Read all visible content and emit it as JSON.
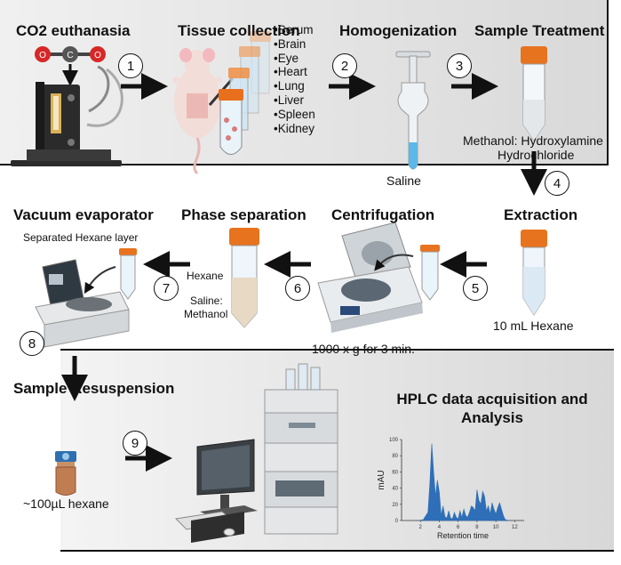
{
  "steps": {
    "co2": {
      "title": "CO2 euthanasia"
    },
    "tissue": {
      "title": "Tissue collection",
      "items": [
        "•Serum",
        "•Brain",
        "•Eye",
        "•Heart",
        "•Lung",
        "•Liver",
        "•Spleen",
        "•Kidney"
      ]
    },
    "homogenization": {
      "title": "Homogenization",
      "caption": "Saline"
    },
    "treatment": {
      "title": "Sample Treatment",
      "caption_line1": "Methanol: Hydroxylamine",
      "caption_line2": "Hydrochloride"
    },
    "extraction": {
      "title": "Extraction",
      "caption": "10 mL Hexane"
    },
    "centrifugation": {
      "title": "Centrifugation",
      "caption": "1000 x g for 3 min."
    },
    "phase": {
      "title": "Phase separation",
      "upper": "Hexane",
      "lower_line1": "Saline:",
      "lower_line2": "Methanol"
    },
    "vacuum": {
      "title": "Vacuum evaporator",
      "caption": "Separated Hexane layer"
    },
    "resuspension": {
      "title": "Sample Resuspension",
      "caption": "~100µL hexane"
    },
    "hplc": {
      "title_line1": "HPLC data acquisition and",
      "title_line2": "Analysis"
    }
  },
  "step_numbers": [
    "1",
    "2",
    "3",
    "4",
    "5",
    "6",
    "7",
    "8",
    "9"
  ],
  "co2_letters": {
    "o_left": "O",
    "c": "C",
    "o_right": "O"
  },
  "chart_data": {
    "type": "area",
    "xlabel": "Retention time",
    "ylabel": "mAU",
    "xlim": [
      0,
      13
    ],
    "ylim": [
      0,
      100
    ],
    "xticks": [
      2,
      4,
      6,
      8,
      10,
      12
    ],
    "yticks": [
      0,
      20,
      40,
      60,
      80,
      100
    ],
    "grid": false,
    "color": "#2e6fb7",
    "series": [
      {
        "x": [
          1.8,
          2.3,
          2.8,
          3.0,
          3.2,
          3.4,
          3.6,
          3.8,
          4.0,
          4.2,
          4.4,
          4.6,
          4.8,
          5.0,
          5.2,
          5.4,
          5.6,
          5.8,
          6.0,
          6.2,
          6.4,
          6.6,
          6.8,
          7.0,
          7.2,
          7.4,
          7.6,
          7.8,
          8.0,
          8.2,
          8.4,
          8.6,
          8.8,
          9.0,
          9.2,
          9.4,
          9.6,
          9.8,
          10.0,
          10.2,
          10.4,
          10.6,
          10.8,
          11.0,
          11.4
        ],
        "y": [
          0,
          1,
          10,
          45,
          95,
          60,
          30,
          50,
          35,
          6,
          18,
          5,
          3,
          12,
          3,
          2,
          10,
          4,
          2,
          12,
          4,
          14,
          6,
          4,
          10,
          18,
          16,
          12,
          38,
          25,
          20,
          36,
          30,
          12,
          18,
          8,
          22,
          14,
          8,
          16,
          22,
          14,
          6,
          1,
          0
        ]
      }
    ]
  }
}
